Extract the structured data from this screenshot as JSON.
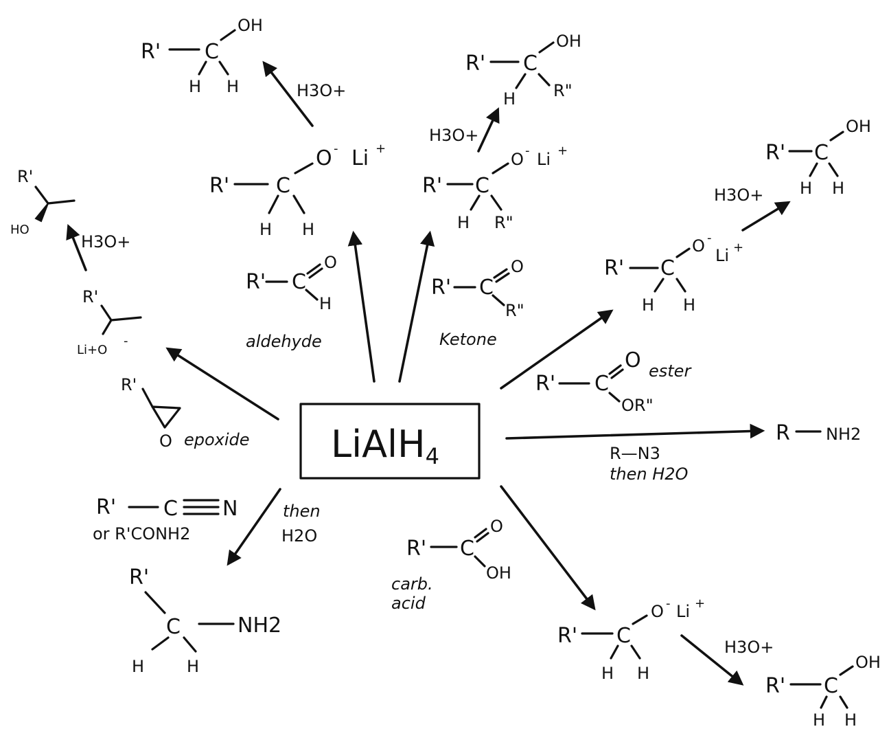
{
  "center": {
    "reagent": "LiAlH4",
    "reagent_main": "LiAlH",
    "reagent_sub": "4"
  },
  "atoms": {
    "r_prime": "R'",
    "r_dprime": "R\"",
    "r": "R",
    "c": "C",
    "h": "H",
    "o": "O",
    "oh": "OH",
    "ho": "HO",
    "n": "N",
    "nh2": "NH2",
    "o_minus": "O",
    "li_plus": "Li",
    "lio": "Li+O",
    "or_dprime": "OR\""
  },
  "reagents": {
    "h3o_plus": "H3O+",
    "then": "then",
    "h2o": "H2O",
    "r_n3": "R—N3",
    "then_h2o": "then H2O",
    "or_rconh2": "or R'CONH2"
  },
  "substrates": {
    "aldehyde": "aldehyde",
    "ketone": "Ketone",
    "ester": "ester",
    "epoxide": "epoxide",
    "carb_acid_line1": "carb.",
    "carb_acid_line2": "acid"
  },
  "charges": {
    "minus": "-",
    "plus": "+"
  }
}
